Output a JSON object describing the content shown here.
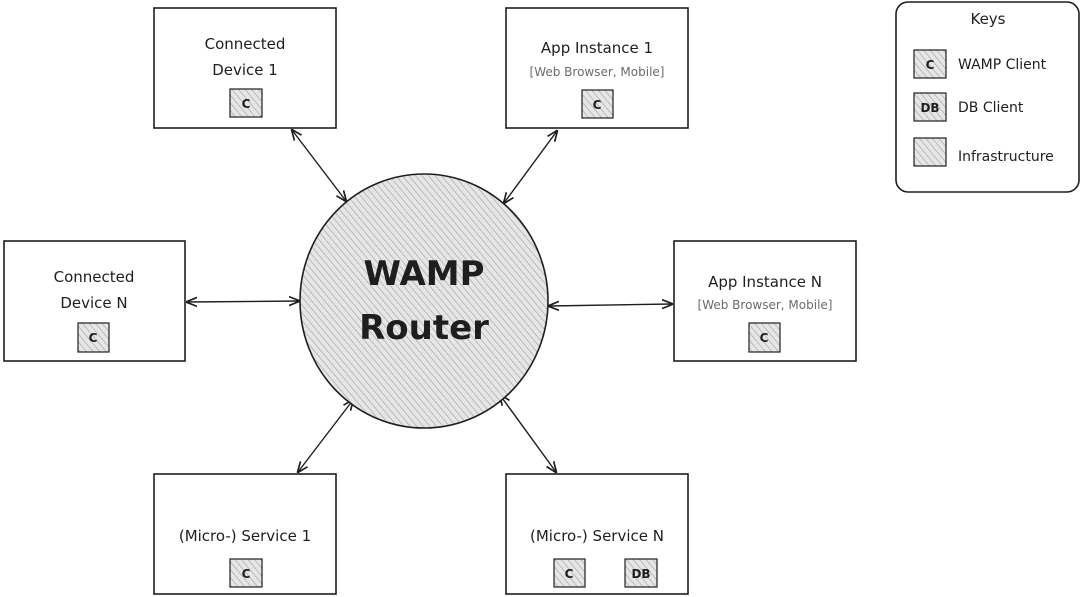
{
  "router": {
    "line1": "WAMP",
    "line2": "Router"
  },
  "nodes": {
    "device1": {
      "line1": "Connected",
      "line2": "Device 1",
      "tags": [
        "C"
      ]
    },
    "deviceN": {
      "line1": "Connected",
      "line2": "Device N",
      "tags": [
        "C"
      ]
    },
    "app1": {
      "line1": "App Instance 1",
      "sub": "[Web Browser, Mobile]",
      "tags": [
        "C"
      ]
    },
    "appN": {
      "line1": "App Instance N",
      "sub": "[Web Browser, Mobile]",
      "tags": [
        "C"
      ]
    },
    "service1": {
      "line1": "(Micro-) Service 1",
      "tags": [
        "C"
      ]
    },
    "serviceN": {
      "line1": "(Micro-) Service N",
      "tags": [
        "C",
        "DB"
      ]
    }
  },
  "legend": {
    "title": "Keys",
    "items": [
      {
        "tag": "C",
        "label": "WAMP Client"
      },
      {
        "tag": "DB",
        "label": "DB Client"
      },
      {
        "tag": "",
        "label": "Infrastructure"
      }
    ]
  },
  "edges": [
    [
      "device1",
      "router"
    ],
    [
      "deviceN",
      "router"
    ],
    [
      "app1",
      "router"
    ],
    [
      "appN",
      "router"
    ],
    [
      "service1",
      "router"
    ],
    [
      "serviceN",
      "router"
    ]
  ]
}
